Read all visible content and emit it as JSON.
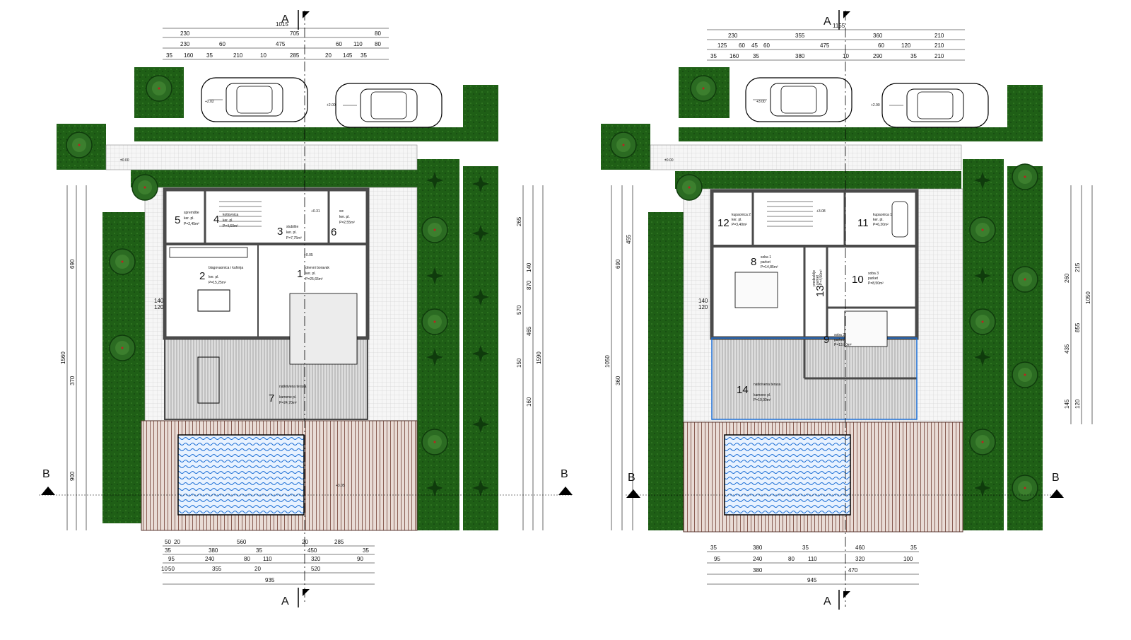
{
  "colors": {
    "grass": "#1f5f16",
    "grass_dark": "#0f3b0c",
    "paving": "#f3f3f3",
    "deck": "#b0988f",
    "pool": "#1c6fd6",
    "wall": "#4a4a4a",
    "line": "#000000"
  },
  "section_markers": {
    "a": "A",
    "b": "B"
  },
  "left_plan": {
    "top_dims": {
      "overall": "1015",
      "row1": [
        "230",
        "705",
        "80"
      ],
      "row2": [
        "230",
        "60",
        "475",
        "60",
        "110",
        "80"
      ],
      "row3": [
        "35",
        "160",
        "35",
        "210",
        "10",
        "285",
        "20",
        "145",
        "35"
      ]
    },
    "bottom_dims": {
      "row1": [
        "50",
        "20",
        "560",
        "20",
        "285"
      ],
      "row2": [
        "35",
        "380",
        "35",
        "450",
        "35"
      ],
      "row3": [
        "95",
        "240",
        "80",
        "110",
        "320",
        "90"
      ],
      "row4": [
        "10",
        "50",
        "355",
        "20",
        "520"
      ],
      "overall": "935"
    },
    "left_dims": [
      "1560",
      "690",
      "370",
      "900",
      "140",
      "120"
    ],
    "right_dims": [
      "1590",
      "870",
      "570",
      "465",
      "265",
      "140",
      "150",
      "160"
    ],
    "rooms": [
      {
        "num": "1",
        "name": "dnevni boravak",
        "finish": "ker. pl.",
        "area": "P=25,65m²"
      },
      {
        "num": "2",
        "name": "blagovaonica i kuhinja",
        "finish": "ker. pl.",
        "area": "P=15,25m²"
      },
      {
        "num": "3",
        "name": "stubište",
        "finish": "ker. pl.",
        "area": "P=7,75m²"
      },
      {
        "num": "4",
        "name": "kotlovnica",
        "finish": "ker. pl.",
        "area": "P=4,60m²"
      },
      {
        "num": "5",
        "name": "spremište",
        "finish": "ker. pl.",
        "area": "P=2,45m²"
      },
      {
        "num": "6",
        "name": "wc",
        "finish": "ker. pl.",
        "area": "P=2,55m²"
      },
      {
        "num": "7",
        "name": "natkrivena terasa",
        "finish": "kamene pl.",
        "area": "P=24,70m²"
      }
    ],
    "levels": [
      "+0.05",
      "±0.00",
      "+2.02",
      "+2.00",
      "+0.31",
      "+3.05"
    ]
  },
  "right_plan": {
    "top_dims": {
      "overall": "1155",
      "row1": [
        "230",
        "355",
        "360",
        "210"
      ],
      "row2": [
        "125",
        "60",
        "45",
        "60",
        "475",
        "60",
        "120",
        "210"
      ],
      "row3": [
        "35",
        "160",
        "35",
        "380",
        "10",
        "290",
        "35",
        "210"
      ]
    },
    "bottom_dims": {
      "row1": [
        "35",
        "380",
        "35",
        "460",
        "35"
      ],
      "row2": [
        "95",
        "240",
        "80",
        "110",
        "320",
        "100"
      ],
      "row3": [
        "380",
        "470"
      ],
      "overall": "945"
    },
    "left_dims": [
      "1050",
      "690",
      "455",
      "360",
      "140",
      "120"
    ],
    "right_dims": [
      "1050",
      "855",
      "435",
      "260",
      "215",
      "145",
      "120"
    ],
    "rooms": [
      {
        "num": "8",
        "name": "soba 1",
        "finish": "parket",
        "area": "P=14,85m²"
      },
      {
        "num": "9",
        "name": "soba 2",
        "finish": "parket",
        "area": "P=13,80m²"
      },
      {
        "num": "10",
        "name": "soba 3",
        "finish": "parket",
        "area": "P=8,50m²"
      },
      {
        "num": "11",
        "name": "kupaonica 1",
        "finish": "ker. pl.",
        "area": "P=6,20m²"
      },
      {
        "num": "12",
        "name": "kupaonica 2",
        "finish": "ker. pl.",
        "area": "P=3,40m²"
      },
      {
        "num": "13",
        "name": "predsoblje",
        "finish": "parket",
        "area": "P=4,50m²"
      },
      {
        "num": "14",
        "name": "natkrivena terasa",
        "finish": "kamene pl.",
        "area": "P=10,90m²"
      }
    ],
    "levels": [
      "+3.08",
      "+3.00",
      "+2.90",
      "±0.00"
    ]
  }
}
